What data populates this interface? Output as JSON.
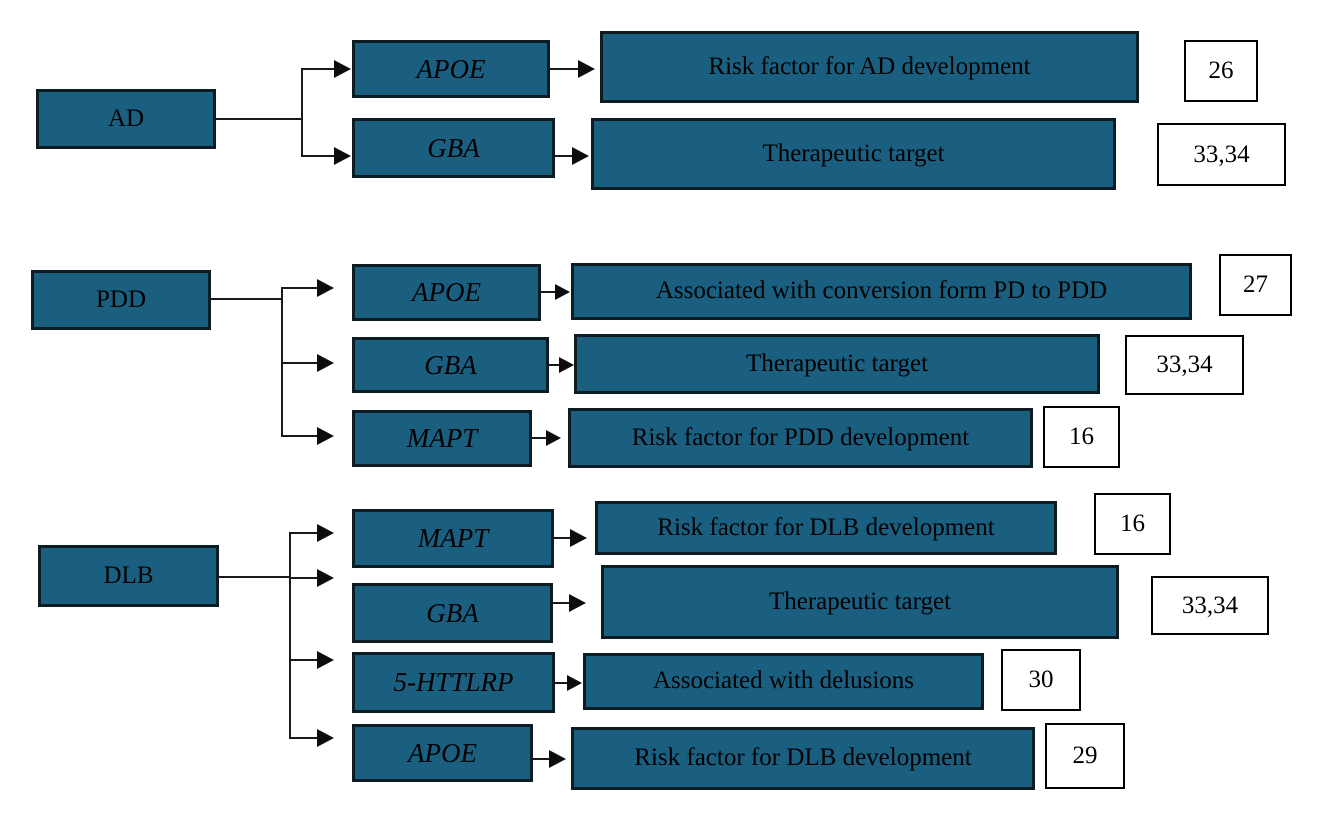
{
  "colors": {
    "box_fill": "#1a5f80",
    "box_border": "#0d1b23",
    "ref_border": "#000000",
    "connector": "#1a1a1a",
    "background": "#ffffff"
  },
  "groups": [
    {
      "id": "ad",
      "disease": "AD",
      "rows": [
        {
          "gene": "APOE",
          "description": "Risk factor for AD development",
          "reference": "26"
        },
        {
          "gene": "GBA",
          "description": "Therapeutic target",
          "reference": "33,34"
        }
      ]
    },
    {
      "id": "pdd",
      "disease": "PDD",
      "rows": [
        {
          "gene": "APOE",
          "description": "Associated with conversion form PD to PDD",
          "reference": "27"
        },
        {
          "gene": "GBA",
          "description": "Therapeutic target",
          "reference": "33,34"
        },
        {
          "gene": "MAPT",
          "description": "Risk factor for PDD development",
          "reference": "16"
        }
      ]
    },
    {
      "id": "dlb",
      "disease": "DLB",
      "rows": [
        {
          "gene": "MAPT",
          "description": "Risk factor for DLB development",
          "reference": "16"
        },
        {
          "gene": "GBA",
          "description": "Therapeutic target",
          "reference": "33,34"
        },
        {
          "gene": "5-HTTLRP",
          "description": "Associated with delusions",
          "reference": "30"
        },
        {
          "gene": "APOE",
          "description": "Risk factor for DLB development",
          "reference": "29"
        }
      ]
    }
  ]
}
